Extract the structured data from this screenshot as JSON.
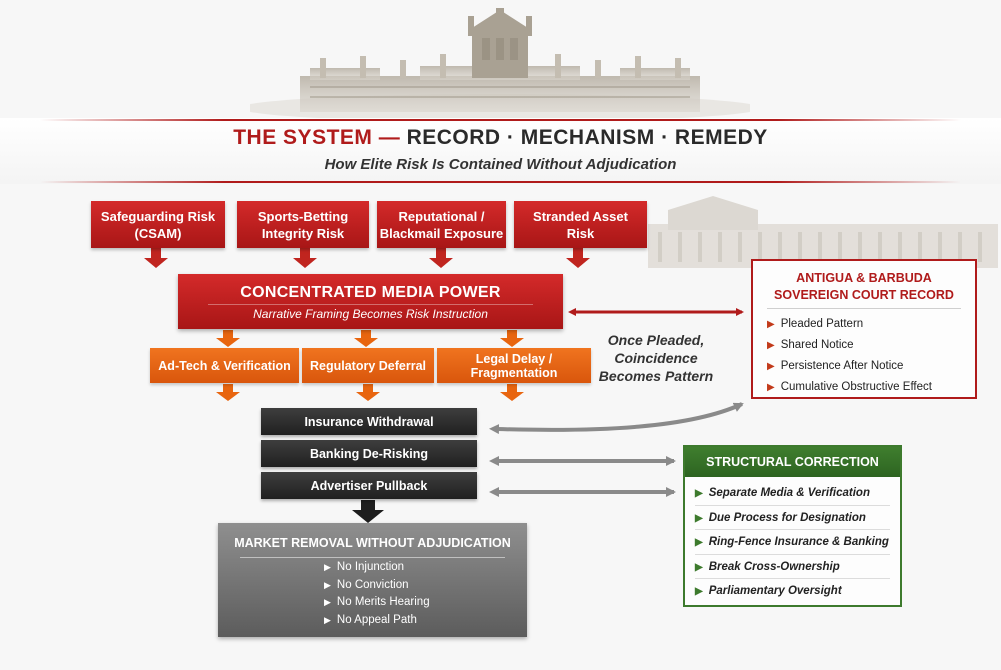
{
  "title": {
    "part1": "THE SYSTEM —",
    "part2": "RECORD · MECHANISM · REMEDY"
  },
  "subtitle": "How Elite Risk Is Contained Without Adjudication",
  "risk_boxes": [
    {
      "line1": "Safeguarding Risk",
      "line2": "(CSAM)"
    },
    {
      "line1": "Sports-Betting",
      "line2": "Integrity Risk"
    },
    {
      "line1": "Reputational /",
      "line2": "Blackmail Exposure"
    },
    {
      "line1": "Stranded Asset",
      "line2": "Risk"
    }
  ],
  "media": {
    "title": "CONCENTRATED MEDIA POWER",
    "subtitle": "Narrative Framing Becomes Risk Instruction"
  },
  "mechanisms": [
    "Ad-Tech & Verification",
    "Regulatory Deferral",
    "Legal Delay / Fragmentation"
  ],
  "pattern_note": {
    "line1": "Once Pleaded,",
    "line2": "Coincidence",
    "line3": "Becomes Pattern"
  },
  "withdrawals": [
    "Insurance Withdrawal",
    "Banking De-Risking",
    "Advertiser Pullback"
  ],
  "market": {
    "title": "MARKET REMOVAL WITHOUT ADJUDICATION",
    "items": [
      "No Injunction",
      "No Conviction",
      "No Merits Hearing",
      "No Appeal Path"
    ]
  },
  "antigua": {
    "title1": "ANTIGUA & BARBUDA",
    "title2": "SOVEREIGN COURT RECORD",
    "items": [
      "Pleaded Pattern",
      "Shared Notice",
      "Persistence After Notice",
      "Cumulative Obstructive Effect"
    ]
  },
  "correction": {
    "title": "STRUCTURAL CORRECTION",
    "items": [
      "Separate Media & Verification",
      "Due Process for Designation",
      "Ring-Fence Insurance & Banking",
      "Break Cross-Ownership",
      "Parliamentary Oversight"
    ]
  },
  "colors": {
    "red": "#b01b1b",
    "orange": "#e8650f",
    "dark": "#2b2b2b",
    "green": "#3d7a2d",
    "grey_arrow": "#8a8a8a"
  }
}
